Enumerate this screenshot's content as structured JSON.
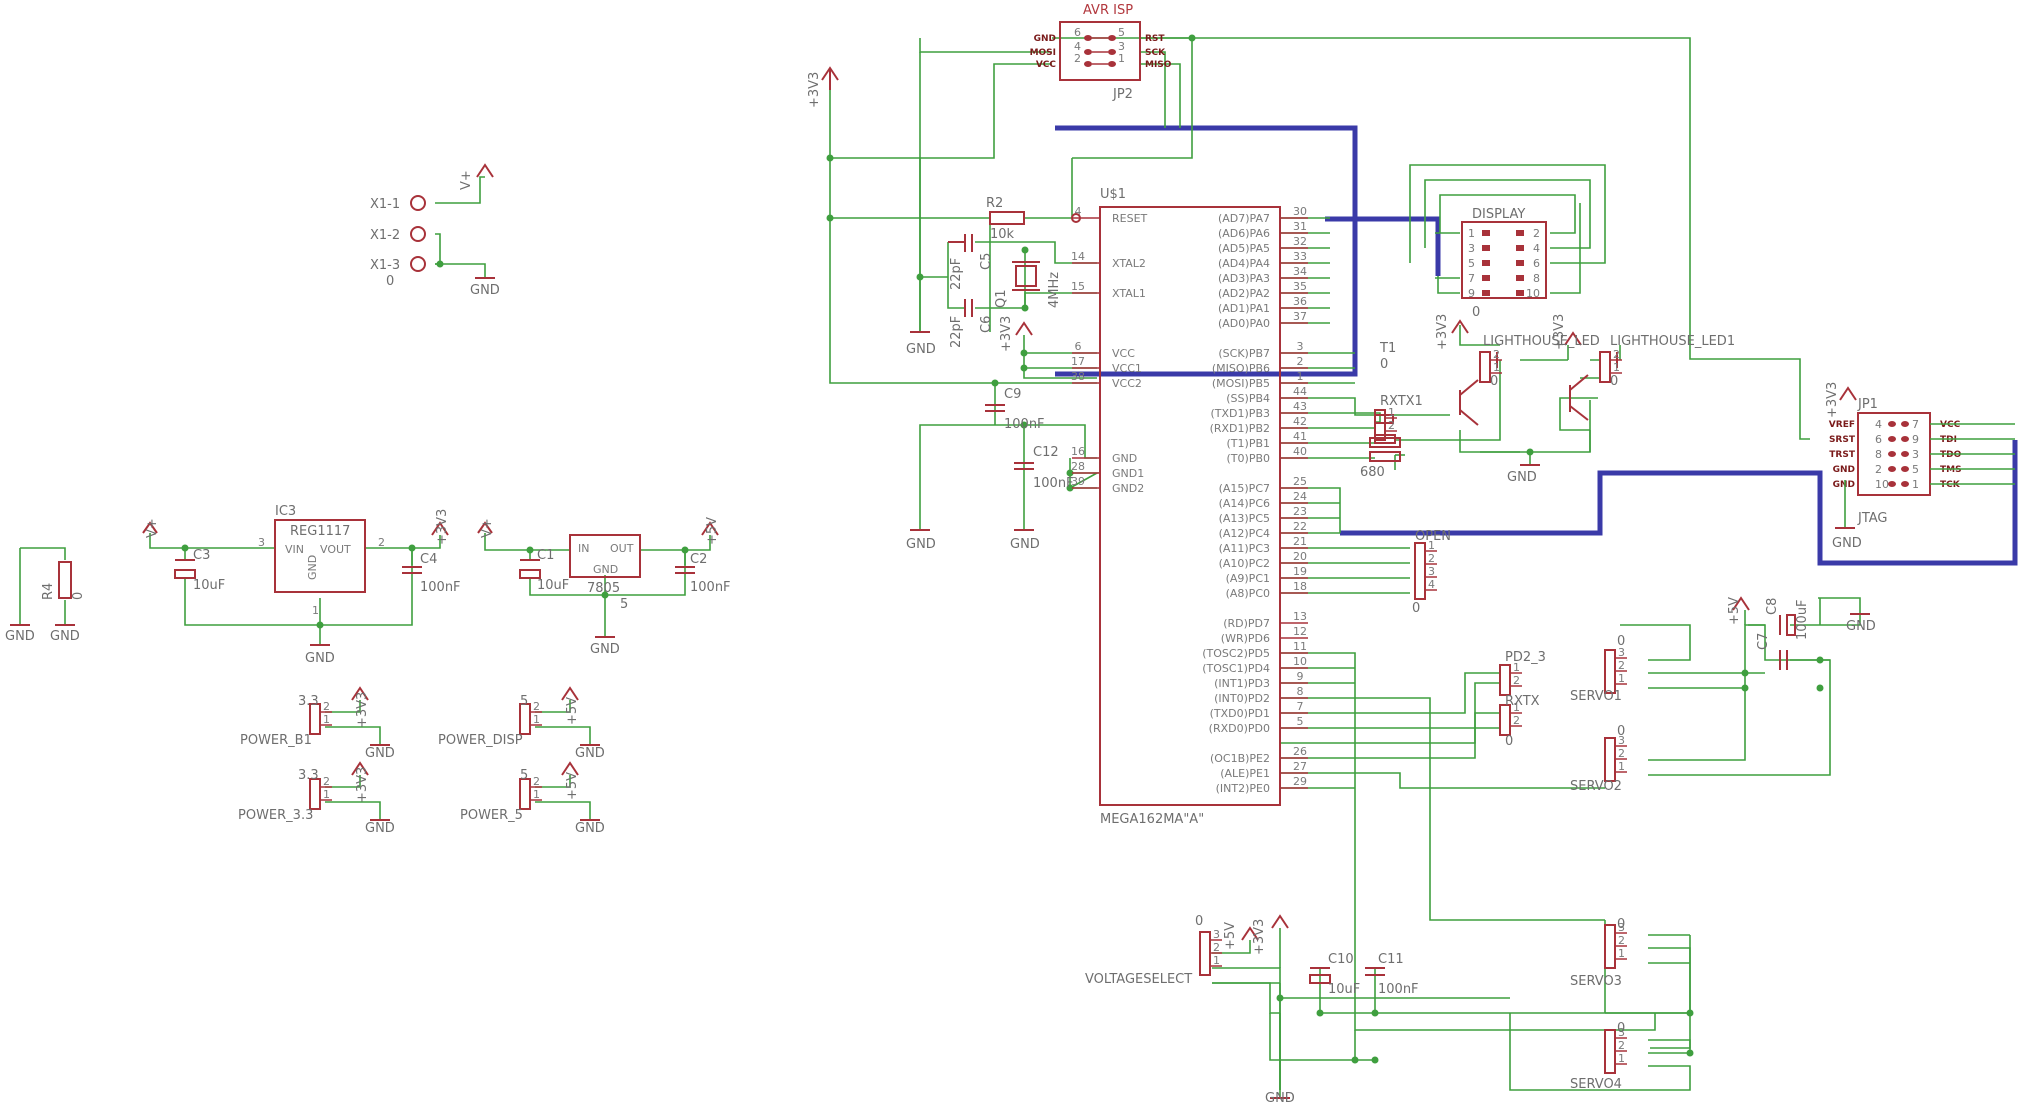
{
  "schematic": {
    "mcu": {
      "name": "U$1",
      "value": "MEGA162MA\"A\"",
      "left_pins": [
        {
          "num": "4",
          "label": "RESET"
        },
        {
          "num": "14",
          "label": "XTAL2"
        },
        {
          "num": "15",
          "label": "XTAL1"
        },
        {
          "num": "6",
          "label": "VCC"
        },
        {
          "num": "17",
          "label": "VCC1"
        },
        {
          "num": "38",
          "label": "VCC2"
        },
        {
          "num": "16",
          "label": "GND"
        },
        {
          "num": "28",
          "label": "GND1"
        },
        {
          "num": "39",
          "label": "GND2"
        }
      ],
      "right_pins": [
        {
          "num": "30",
          "label": "(AD7)PA7"
        },
        {
          "num": "31",
          "label": "(AD6)PA6"
        },
        {
          "num": "32",
          "label": "(AD5)PA5"
        },
        {
          "num": "33",
          "label": "(AD4)PA4"
        },
        {
          "num": "34",
          "label": "(AD3)PA3"
        },
        {
          "num": "35",
          "label": "(AD2)PA2"
        },
        {
          "num": "36",
          "label": "(AD1)PA1"
        },
        {
          "num": "37",
          "label": "(AD0)PA0"
        },
        {
          "num": "3",
          "label": "(SCK)PB7"
        },
        {
          "num": "2",
          "label": "(MISO)PB6"
        },
        {
          "num": "1",
          "label": "(MOSI)PB5"
        },
        {
          "num": "44",
          "label": "(SS)PB4"
        },
        {
          "num": "43",
          "label": "(TXD1)PB3"
        },
        {
          "num": "42",
          "label": "(RXD1)PB2"
        },
        {
          "num": "41",
          "label": "(T1)PB1"
        },
        {
          "num": "40",
          "label": "(T0)PB0"
        },
        {
          "num": "25",
          "label": "(A15)PC7"
        },
        {
          "num": "24",
          "label": "(A14)PC6"
        },
        {
          "num": "23",
          "label": "(A13)PC5"
        },
        {
          "num": "22",
          "label": "(A12)PC4"
        },
        {
          "num": "21",
          "label": "(A11)PC3"
        },
        {
          "num": "20",
          "label": "(A10)PC2"
        },
        {
          "num": "19",
          "label": "(A9)PC1"
        },
        {
          "num": "18",
          "label": "(A8)PC0"
        },
        {
          "num": "13",
          "label": "(RD)PD7"
        },
        {
          "num": "12",
          "label": "(WR)PD6"
        },
        {
          "num": "11",
          "label": "(TOSC2)PD5"
        },
        {
          "num": "10",
          "label": "(TOSC1)PD4"
        },
        {
          "num": "9",
          "label": "(INT1)PD3"
        },
        {
          "num": "8",
          "label": "(INT0)PD2"
        },
        {
          "num": "7",
          "label": "(TXD0)PD1"
        },
        {
          "num": "5",
          "label": "(RXD0)PD0"
        },
        {
          "num": "26",
          "label": "(OC1B)PE2"
        },
        {
          "num": "27",
          "label": "(ALE)PE1"
        },
        {
          "num": "29",
          "label": "(INT2)PE0"
        }
      ]
    },
    "isp": {
      "title": "AVR ISP",
      "name": "JP2",
      "left_labels": [
        "GND",
        "MOSI",
        "VCC"
      ],
      "right_labels": [
        "RST",
        "SCK",
        "MISO"
      ],
      "pins_left": [
        "6",
        "4",
        "2"
      ],
      "pins_right": [
        "5",
        "3",
        "1"
      ]
    },
    "display": {
      "name": "DISPLAY",
      "value": "0",
      "pins_left": [
        "1",
        "3",
        "5",
        "7",
        "9"
      ],
      "pins_right": [
        "2",
        "4",
        "6",
        "8",
        "10"
      ]
    },
    "jtag": {
      "name": "JP1",
      "title": "JTAG",
      "left_labels": [
        "VREF",
        "SRST",
        "TRST",
        "GND",
        "GND"
      ],
      "right_labels": [
        "VCC",
        "TDI",
        "TDO",
        "TMS",
        "TCK"
      ],
      "pins_left": [
        "4",
        "6",
        "8",
        "2",
        "10"
      ],
      "pins_right": [
        "7",
        "9",
        "3",
        "5",
        "1"
      ],
      "gnd": "GND"
    },
    "supply": {
      "x1_labels": [
        "X1-1",
        "X1-2",
        "X1-3"
      ],
      "x1_value": "0",
      "vplus": "V+",
      "gnd": "GND",
      "v33": "+3V3",
      "v5": "+5V"
    },
    "parts": {
      "r2": "R2",
      "r2_val": "10k",
      "c5": "C5",
      "c5_val": "22pF",
      "c6": "C6",
      "c6_val": "22pF",
      "q1": "Q1",
      "q1_val": "4MHz",
      "c9": "C9",
      "c9_val": "100nF",
      "c12": "C12",
      "c12_val": "100nF",
      "r4": "R4",
      "r4_val": "0",
      "ic3": "IC3",
      "ic3_val": "REG1117",
      "ic3_vin": "VIN",
      "ic3_vout": "VOUT",
      "ic3_gnd": "GND",
      "c3": "C3",
      "c3_val": "10uF",
      "c4": "C4",
      "c4_val": "100nF",
      "c1": "C1",
      "c1_val": "10uF",
      "c2": "C2",
      "c2_val": "100nF",
      "reg5_val": "7805",
      "reg5_name": "5",
      "reg5_in": "IN",
      "reg5_out": "OUT",
      "reg5_gnd": "GND",
      "t1": "T1",
      "t1_val": "0",
      "r1_val": "680",
      "lighthouse": "LIGHTHOUSE_LED",
      "lighthouse1": "LIGHTHOUSE_LED1",
      "c7": "C7",
      "c8": "C8",
      "c8_val": "100uF",
      "c10": "C10",
      "c10_val": "10uF",
      "c11": "C11",
      "c11_val": "100nF",
      "open": "OPEN",
      "open_val": "0",
      "pd23": "PD2_3",
      "rxtx": "RXTX",
      "rxtx_val": "0",
      "rxtx1": "RXTX1",
      "servo1": "SERVO1",
      "servo2": "SERVO2",
      "servo3": "SERVO3",
      "servo4": "SERVO4",
      "vsel": "VOLTAGESELECT",
      "power_b1": "POWER_B1",
      "power_33": "POWER_3.3",
      "power_disp": "POWER_DISP",
      "power_5": "POWER_5",
      "val_33": "3.3",
      "val_5": "5",
      "val_0": "0"
    },
    "colors": {
      "wire": "#3f9f3f",
      "part": "#a8323a",
      "bus": "#3a3aa8",
      "label": "#6e6e6e"
    }
  }
}
